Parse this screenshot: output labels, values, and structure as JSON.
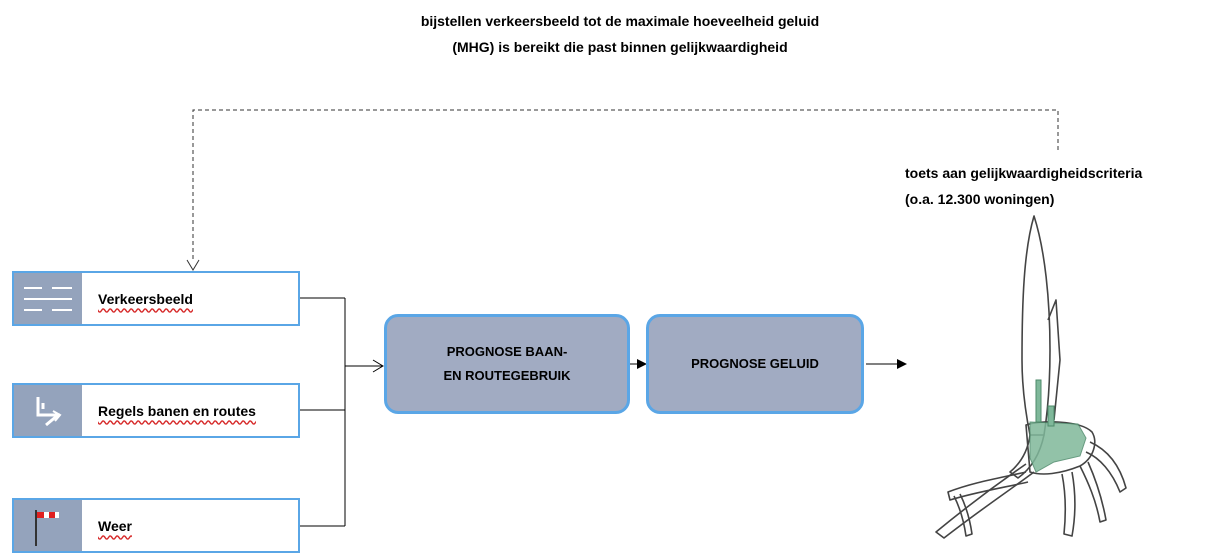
{
  "title_lines": [
    "bijstellen verkeersbeeld tot de maximale hoeveelheid geluid",
    "(MHG) is bereikt  die past binnen gelijkwaardigheid"
  ],
  "criteria_lines": [
    "toets aan gelijkwaardigheidscriteria",
    "(o.a. 12.300  woningen)"
  ],
  "inputs": [
    {
      "label": "Verkeersbeeld",
      "icon": "lanes-icon"
    },
    {
      "label": "Regels banen en routes",
      "icon": "route-rules-icon"
    },
    {
      "label": "Weer",
      "icon": "windsock-icon"
    }
  ],
  "stages": [
    {
      "line1": "PROGNOSE BAAN-",
      "line2": "EN ROUTEGEBRUIK"
    },
    {
      "label": "PROGNOSE GELUID"
    }
  ],
  "colors": {
    "box_border": "#5aa6e6",
    "icon_bg": "#94a3bc",
    "stage_fill": "#a1abc2",
    "map_highlight": "#7fb89a"
  }
}
